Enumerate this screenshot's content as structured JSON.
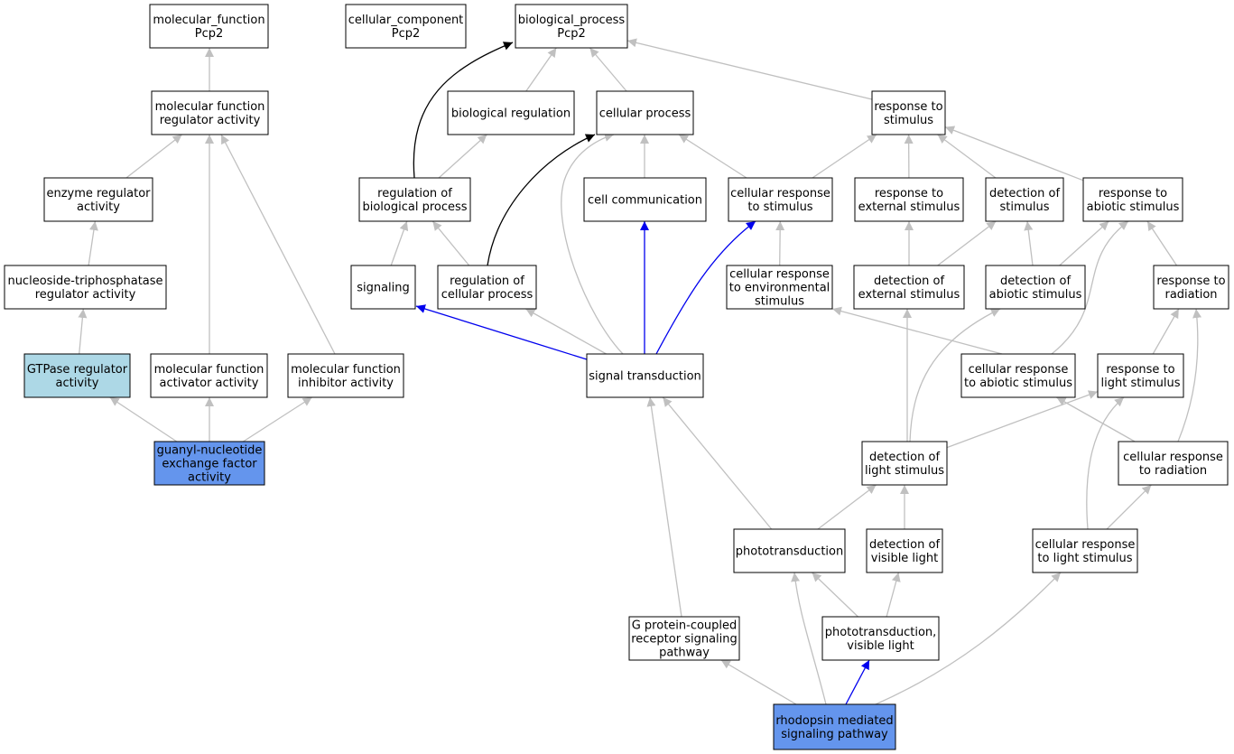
{
  "colors": {
    "default_fill": "#ffffff",
    "highlight_fill": "#add8e6",
    "query_fill": "#6495ed",
    "edge_gray": "#c0c0c0",
    "edge_black": "#000000",
    "edge_blue": "#0000ee"
  },
  "nodes": [
    {
      "id": "mf",
      "lines": [
        "molecular_function",
        "Pcp2"
      ],
      "style": "default"
    },
    {
      "id": "cc",
      "lines": [
        "cellular_component",
        "Pcp2"
      ],
      "style": "default"
    },
    {
      "id": "bp",
      "lines": [
        "biological_process",
        "Pcp2"
      ],
      "style": "default"
    },
    {
      "id": "mfreg",
      "lines": [
        "molecular function",
        "regulator activity"
      ],
      "style": "default"
    },
    {
      "id": "bioreg",
      "lines": [
        "biological regulation"
      ],
      "style": "default"
    },
    {
      "id": "cellproc",
      "lines": [
        "cellular process"
      ],
      "style": "default"
    },
    {
      "id": "resp",
      "lines": [
        "response to",
        "stimulus"
      ],
      "style": "default"
    },
    {
      "id": "enzreg",
      "lines": [
        "enzyme regulator",
        "activity"
      ],
      "style": "default"
    },
    {
      "id": "regbio",
      "lines": [
        "regulation of",
        "biological process"
      ],
      "style": "default"
    },
    {
      "id": "cellcomm",
      "lines": [
        "cell communication"
      ],
      "style": "default"
    },
    {
      "id": "cellresp",
      "lines": [
        "cellular response",
        "to stimulus"
      ],
      "style": "default"
    },
    {
      "id": "respext",
      "lines": [
        "response to",
        "external stimulus"
      ],
      "style": "default"
    },
    {
      "id": "detstim",
      "lines": [
        "detection of",
        "stimulus"
      ],
      "style": "default"
    },
    {
      "id": "respabio",
      "lines": [
        "response to",
        "abiotic stimulus"
      ],
      "style": "default"
    },
    {
      "id": "ntpreg",
      "lines": [
        "nucleoside-triphosphatase",
        "regulator activity"
      ],
      "style": "default"
    },
    {
      "id": "signaling",
      "lines": [
        "signaling"
      ],
      "style": "default"
    },
    {
      "id": "regcell",
      "lines": [
        "regulation of",
        "cellular process"
      ],
      "style": "default"
    },
    {
      "id": "cellrespenv",
      "lines": [
        "cellular response",
        "to environmental",
        "stimulus"
      ],
      "style": "default"
    },
    {
      "id": "detext",
      "lines": [
        "detection of",
        "external stimulus"
      ],
      "style": "default"
    },
    {
      "id": "detabio",
      "lines": [
        "detection of",
        "abiotic stimulus"
      ],
      "style": "default"
    },
    {
      "id": "resprad",
      "lines": [
        "response to",
        "radiation"
      ],
      "style": "default"
    },
    {
      "id": "gtpase",
      "lines": [
        "GTPase regulator",
        "activity"
      ],
      "style": "highlight"
    },
    {
      "id": "mfact",
      "lines": [
        "molecular function",
        "activator activity"
      ],
      "style": "default"
    },
    {
      "id": "mfinh",
      "lines": [
        "molecular function",
        "inhibitor activity"
      ],
      "style": "default"
    },
    {
      "id": "sigtrans",
      "lines": [
        "signal transduction"
      ],
      "style": "default"
    },
    {
      "id": "cellrespabio",
      "lines": [
        "cellular response",
        "to abiotic stimulus"
      ],
      "style": "default"
    },
    {
      "id": "resplight",
      "lines": [
        "response to",
        "light stimulus"
      ],
      "style": "default"
    },
    {
      "id": "guanyl",
      "lines": [
        "guanyl-nucleotide",
        "exchange factor",
        "activity"
      ],
      "style": "query"
    },
    {
      "id": "detlight",
      "lines": [
        "detection of",
        "light stimulus"
      ],
      "style": "default"
    },
    {
      "id": "cellresprad",
      "lines": [
        "cellular response",
        "to radiation"
      ],
      "style": "default"
    },
    {
      "id": "phototrans",
      "lines": [
        "phototransduction"
      ],
      "style": "default"
    },
    {
      "id": "detvis",
      "lines": [
        "detection of",
        "visible light"
      ],
      "style": "default"
    },
    {
      "id": "cellresplight",
      "lines": [
        "cellular response",
        "to light stimulus"
      ],
      "style": "default"
    },
    {
      "id": "gpcr",
      "lines": [
        "G protein-coupled",
        "receptor signaling",
        "pathway"
      ],
      "style": "default"
    },
    {
      "id": "photovis",
      "lines": [
        "phototransduction,",
        "visible light"
      ],
      "style": "default"
    },
    {
      "id": "rhod",
      "lines": [
        "rhodopsin mediated",
        "signaling pathway"
      ],
      "style": "query"
    }
  ],
  "edges": [
    {
      "from": "mfreg",
      "to": "mf",
      "color": "gray"
    },
    {
      "from": "bioreg",
      "to": "bp",
      "color": "gray"
    },
    {
      "from": "cellproc",
      "to": "bp",
      "color": "gray"
    },
    {
      "from": "resp",
      "to": "bp",
      "color": "gray"
    },
    {
      "from": "regbio",
      "to": "bp",
      "color": "black"
    },
    {
      "from": "enzreg",
      "to": "mfreg",
      "color": "gray"
    },
    {
      "from": "mfact",
      "to": "mfreg",
      "color": "gray"
    },
    {
      "from": "mfinh",
      "to": "mfreg",
      "color": "gray"
    },
    {
      "from": "regbio",
      "to": "bioreg",
      "color": "gray"
    },
    {
      "from": "cellcomm",
      "to": "cellproc",
      "color": "gray"
    },
    {
      "from": "cellresp",
      "to": "cellproc",
      "color": "gray"
    },
    {
      "from": "regcell",
      "to": "cellproc",
      "color": "black"
    },
    {
      "from": "sigtrans",
      "to": "cellproc",
      "color": "gray"
    },
    {
      "from": "cellresp",
      "to": "resp",
      "color": "gray"
    },
    {
      "from": "respext",
      "to": "resp",
      "color": "gray"
    },
    {
      "from": "detstim",
      "to": "resp",
      "color": "gray"
    },
    {
      "from": "respabio",
      "to": "resp",
      "color": "gray"
    },
    {
      "from": "ntpreg",
      "to": "enzreg",
      "color": "gray"
    },
    {
      "from": "signaling",
      "to": "regbio",
      "color": "gray"
    },
    {
      "from": "regcell",
      "to": "regbio",
      "color": "gray"
    },
    {
      "from": "sigtrans",
      "to": "cellcomm",
      "color": "blue"
    },
    {
      "from": "sigtrans",
      "to": "cellresp",
      "color": "blue"
    },
    {
      "from": "cellrespenv",
      "to": "cellresp",
      "color": "gray"
    },
    {
      "from": "detext",
      "to": "respext",
      "color": "gray"
    },
    {
      "from": "detext",
      "to": "detstim",
      "color": "gray"
    },
    {
      "from": "detabio",
      "to": "detstim",
      "color": "gray"
    },
    {
      "from": "detabio",
      "to": "respabio",
      "color": "gray"
    },
    {
      "from": "resprad",
      "to": "respabio",
      "color": "gray"
    },
    {
      "from": "cellrespabio",
      "to": "respabio",
      "color": "gray"
    },
    {
      "from": "gtpase",
      "to": "ntpreg",
      "color": "gray"
    },
    {
      "from": "sigtrans",
      "to": "signaling",
      "color": "blue"
    },
    {
      "from": "sigtrans",
      "to": "regcell",
      "color": "gray"
    },
    {
      "from": "cellrespabio",
      "to": "cellrespenv",
      "color": "gray"
    },
    {
      "from": "detlight",
      "to": "detext",
      "color": "gray"
    },
    {
      "from": "detlight",
      "to": "detabio",
      "color": "gray"
    },
    {
      "from": "resplight",
      "to": "resprad",
      "color": "gray"
    },
    {
      "from": "cellresprad",
      "to": "resprad",
      "color": "gray"
    },
    {
      "from": "guanyl",
      "to": "gtpase",
      "color": "gray"
    },
    {
      "from": "guanyl",
      "to": "mfact",
      "color": "gray"
    },
    {
      "from": "guanyl",
      "to": "mfinh",
      "color": "gray"
    },
    {
      "from": "gpcr",
      "to": "sigtrans",
      "color": "gray"
    },
    {
      "from": "phototrans",
      "to": "sigtrans",
      "color": "gray"
    },
    {
      "from": "cellresprad",
      "to": "cellrespabio",
      "color": "gray"
    },
    {
      "from": "detlight",
      "to": "resplight",
      "color": "gray"
    },
    {
      "from": "cellresplight",
      "to": "resplight",
      "color": "gray"
    },
    {
      "from": "phototrans",
      "to": "detlight",
      "color": "gray"
    },
    {
      "from": "detvis",
      "to": "detlight",
      "color": "gray"
    },
    {
      "from": "cellresplight",
      "to": "cellresprad",
      "color": "gray"
    },
    {
      "from": "photovis",
      "to": "phototrans",
      "color": "gray"
    },
    {
      "from": "rhod",
      "to": "phototrans",
      "color": "gray"
    },
    {
      "from": "photovis",
      "to": "detvis",
      "color": "gray"
    },
    {
      "from": "rhod",
      "to": "cellresplight",
      "color": "gray"
    },
    {
      "from": "rhod",
      "to": "gpcr",
      "color": "gray"
    },
    {
      "from": "rhod",
      "to": "photovis",
      "color": "blue"
    }
  ]
}
